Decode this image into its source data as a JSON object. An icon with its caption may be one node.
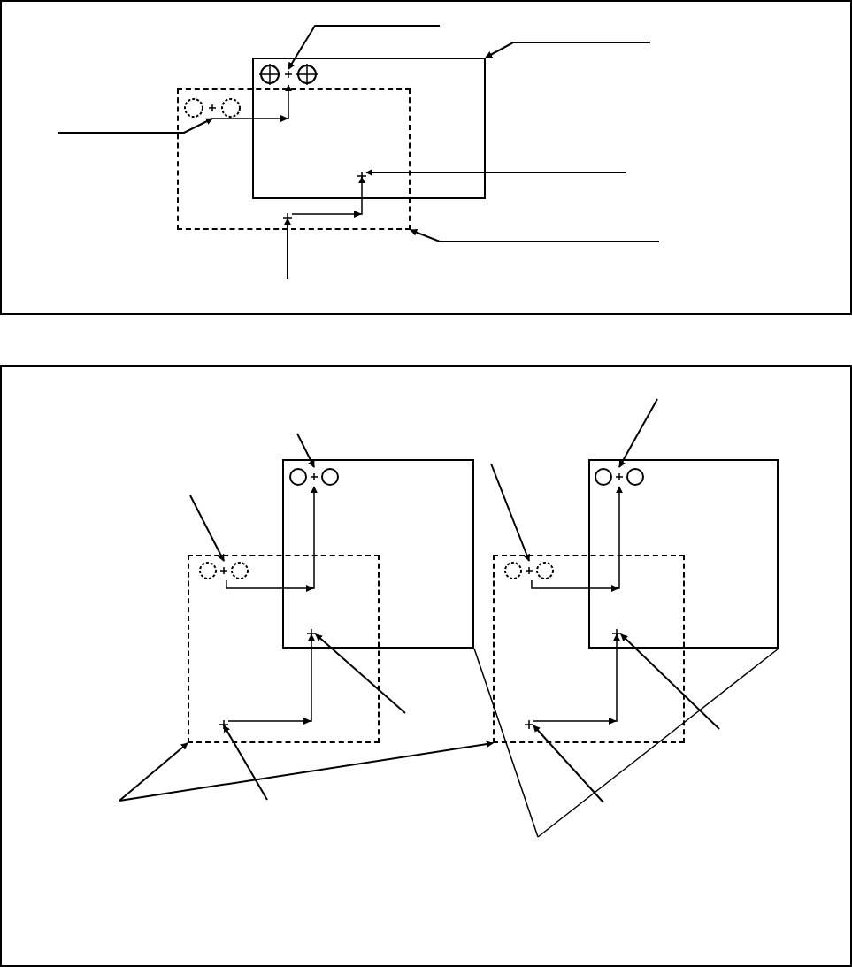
{
  "diagram": {
    "nodes": [
      {
        "text": [],
        "shape": "box"
      },
      {
        "text": [],
        "shape": "box"
      },
      {
        "text": [],
        "shape": "mark",
        "in": 0
      },
      {
        "text": [],
        "shape": "mark",
        "in": 1
      },
      {
        "text": [],
        "shape": "cross"
      },
      {
        "text": [],
        "shape": "cross",
        "in": 1
      },
      {
        "text": [],
        "shape": "box"
      },
      {
        "text": [],
        "shape": "box"
      },
      {
        "text": [],
        "shape": "mark",
        "in": 6
      },
      {
        "text": [],
        "shape": "mark",
        "in": 7
      },
      {
        "text": [],
        "shape": "cross"
      },
      {
        "text": [],
        "shape": "cross",
        "in": 7
      },
      {
        "text": [],
        "shape": "box"
      },
      {
        "text": [],
        "shape": "box"
      },
      {
        "text": [],
        "shape": "mark",
        "in": 12
      },
      {
        "text": [],
        "shape": "mark",
        "in": 13
      },
      {
        "text": [],
        "shape": "cross"
      },
      {
        "text": [],
        "shape": "cross",
        "in": 13
      }
    ],
    "edges": [
      {
        "from": null,
        "to": 2,
        "arrow": "to"
      },
      {
        "from": null,
        "to": 0,
        "arrow": "to"
      },
      {
        "from": null,
        "to": 3,
        "arrow": "to"
      },
      {
        "from": null,
        "to": 4,
        "arrow": "to"
      },
      {
        "from": null,
        "to": 1,
        "arrow": "to"
      },
      {
        "from": null,
        "to": 5,
        "arrow": "to"
      },
      {
        "from": null,
        "to": 8,
        "arrow": "to"
      },
      {
        "from": null,
        "to": 9,
        "arrow": "to"
      },
      {
        "from": null,
        "to": 10,
        "arrow": "to"
      },
      {
        "from": null,
        "to": 11,
        "arrow": "to"
      },
      {
        "from": null,
        "to": 14,
        "arrow": "to"
      },
      {
        "from": null,
        "to": 15,
        "arrow": "to"
      },
      {
        "from": null,
        "to": 16,
        "arrow": "to"
      },
      {
        "from": null,
        "to": 17,
        "arrow": "to"
      },
      {
        "from": null,
        "to": 7,
        "arrow": "to"
      },
      {
        "from": null,
        "to": 13,
        "arrow": "to"
      },
      {
        "from": null,
        "to": 6,
        "arrow": "none"
      },
      {
        "from": null,
        "to": 12,
        "arrow": "none"
      },
      {
        "from": 3,
        "to": 2,
        "arrow": "to"
      },
      {
        "from": 5,
        "to": 4,
        "arrow": "to"
      },
      {
        "from": 9,
        "to": 8,
        "arrow": "to"
      },
      {
        "from": 11,
        "to": 10,
        "arrow": "to"
      },
      {
        "from": 15,
        "to": 14,
        "arrow": "to"
      },
      {
        "from": 17,
        "to": 16,
        "arrow": "to"
      }
    ]
  }
}
